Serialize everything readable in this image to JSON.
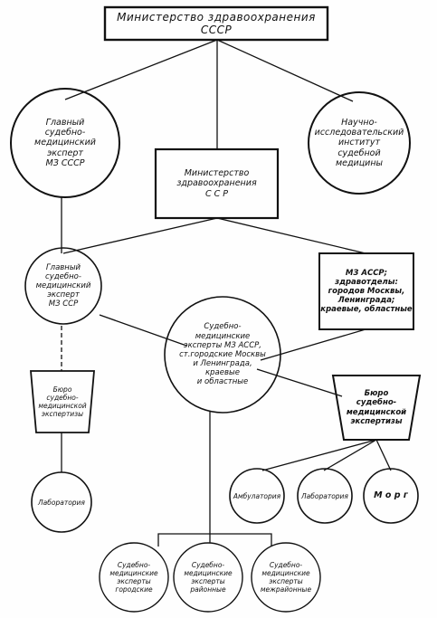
{
  "nodes": {
    "ministry_ussr": "Министерство здравоохранения СССР",
    "chief_expert_ussr": "Главный\nсудебно-\nмедицинский\nэксперт\nМЗ СССР",
    "research_institute": "Научно-\nисследовательский\nинститут\nсудебной\nмедицины",
    "ministry_republic": "Министерство\nздравоохранения\nС С Р",
    "chief_expert_assr": "Главный\nсудебно-\nмедицинский\nэксперт\nМЗ ССР",
    "mz_assr": "МЗ АССР;\nздравотделы:\nгородов Москвы,\nЛенинграда;\nкраевые, областные",
    "forensic_experts": "Судебно-\nмедицинские\nэксперты МЗ АССР,\nст.городские Москвы\nи Ленинграда,\nкраевые\nи областные",
    "bureau_left": "Бюро\nсудебно-\nмедицинской\nэкспертизы",
    "bureau_right": "Бюро\nсудебно-\nмедицинской\nэкспертизы",
    "lab_left": "Лаборатория",
    "ambulatory": "Амбулатория",
    "lab_right": "Лаборатория",
    "morgue": "М о р г",
    "experts_city": "Судебно-\nмедицинские\nэксперты\nгородские",
    "experts_district": "Судебно-\nмедицинские\nэксперты\nрайонные",
    "experts_interdistrict": "Судебно-\nмедицинские\nэксперты\nмежрайонные"
  }
}
